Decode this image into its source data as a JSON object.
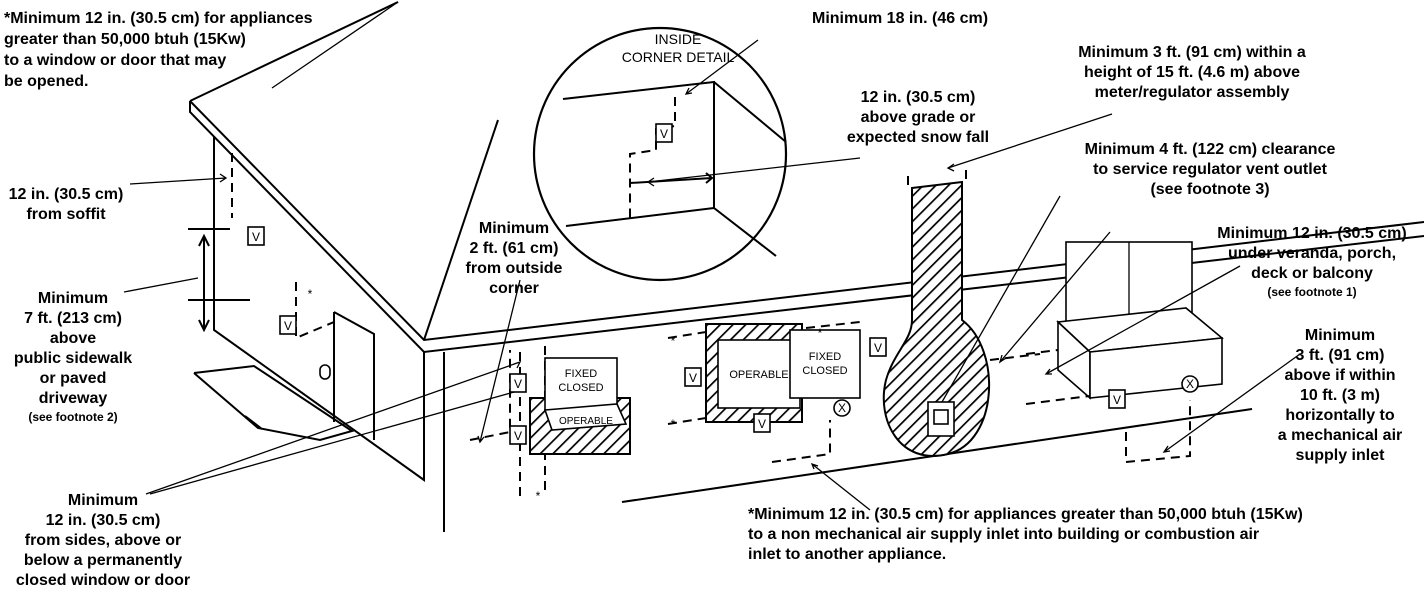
{
  "callouts": {
    "window_door_12in": [
      "*Minimum 12 in. (30.5 cm) for appliances",
      "greater than 50,000 btuh (15Kw)",
      "to a window or door that may",
      "be opened."
    ],
    "soffit": [
      "12 in. (30.5 cm)",
      "from soffit"
    ],
    "sidewalk": [
      "Minimum",
      "7 ft. (213 cm)",
      "above",
      "public sidewalk",
      "or paved",
      "driveway"
    ],
    "sidewalk_footnote": "(see footnote 2)",
    "closed_window": [
      "Minimum",
      "12 in. (30.5 cm)",
      "from sides, above or",
      "below a permanently",
      "closed window or door"
    ],
    "outside_corner": [
      "Minimum",
      "2 ft. (61 cm)",
      "from outside",
      "corner"
    ],
    "inside_corner_18in": "Minimum 18 in. (46 cm)",
    "grade": [
      "12 in. (30.5 cm)",
      "above grade or",
      "expected snow fall"
    ],
    "meter": [
      "Minimum 3 ft. (91 cm) within a",
      "height of 15 ft. (4.6 m) above",
      "meter/regulator assembly"
    ],
    "regulator": [
      "Minimum 4 ft. (122 cm) clearance",
      "to service regulator vent outlet",
      "(see footnote 3)"
    ],
    "veranda": [
      "Minimum 12 in. (30.5 cm)",
      "under veranda, porch,",
      "deck or balcony"
    ],
    "veranda_footnote": "(see footnote 1)",
    "mech_air": [
      "Minimum",
      "3 ft. (91 cm)",
      "above if within",
      "10 ft. (3 m)",
      "horizontally to",
      "a mechanical air",
      "supply inlet"
    ],
    "non_mech_air": [
      "*Minimum 12 in. (30.5 cm) for appliances greater than 50,000 btuh (15Kw)",
      "to a non mechanical air supply inlet into building or combustion air",
      "inlet to another appliance."
    ]
  },
  "detail": {
    "title": [
      "INSIDE",
      "CORNER DETAIL"
    ]
  },
  "labels": {
    "fixed_closed": [
      "FIXED",
      "CLOSED"
    ],
    "operable": "OPERABLE",
    "vent_marker": "V",
    "air_inlet_marker": "X",
    "asterisk": "*"
  }
}
